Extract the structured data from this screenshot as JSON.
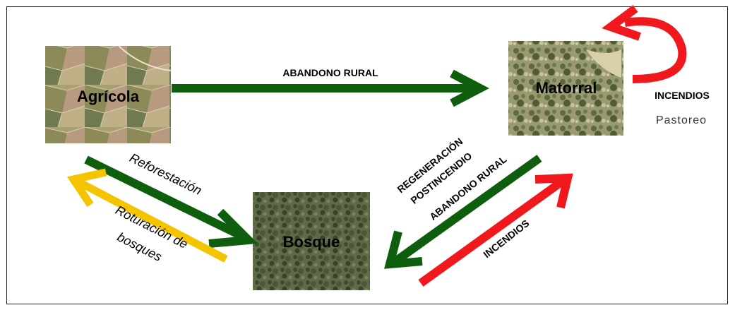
{
  "colors": {
    "green": "#0e5e0e",
    "yellow": "#f4c400",
    "red": "#f0181c",
    "frame": "#222222"
  },
  "nodes": {
    "agricola": "Agrícola",
    "matorral": "Matorral",
    "bosque": "Bosque"
  },
  "arrows": {
    "abandono_rural_top": "ABANDONO RURAL",
    "incendios_loop": "INCENDIOS",
    "pastoreo": "Pastoreo",
    "reforestacion": "Reforestación",
    "roturacion_line1": "Roturación de",
    "roturacion_line2": "bosques",
    "regeneracion_line1": "REGENERACIÓN",
    "regeneracion_line2": "POSTINCENDIO",
    "abandono_rural_diag": "ABANDONO RURAL",
    "incendios_diag": "INCENDIOS"
  }
}
